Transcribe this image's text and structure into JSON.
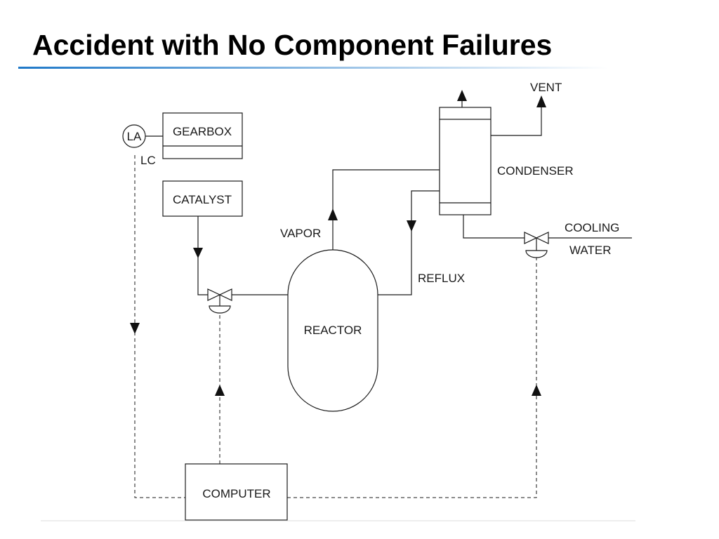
{
  "slide": {
    "title": "Accident with No Component Failures",
    "rule_colors": {
      "start": "#1e78c8",
      "end": "#ffffff"
    }
  },
  "diagram": {
    "labels": {
      "la": "LA",
      "lc": "LC",
      "gearbox": "GEARBOX",
      "catalyst": "CATALYST",
      "vapor": "VAPOR",
      "reactor": "REACTOR",
      "reflux": "REFLUX",
      "condenser": "CONDENSER",
      "vent": "VENT",
      "cooling": "COOLING",
      "water": "WATER",
      "computer": "COMPUTER"
    }
  }
}
